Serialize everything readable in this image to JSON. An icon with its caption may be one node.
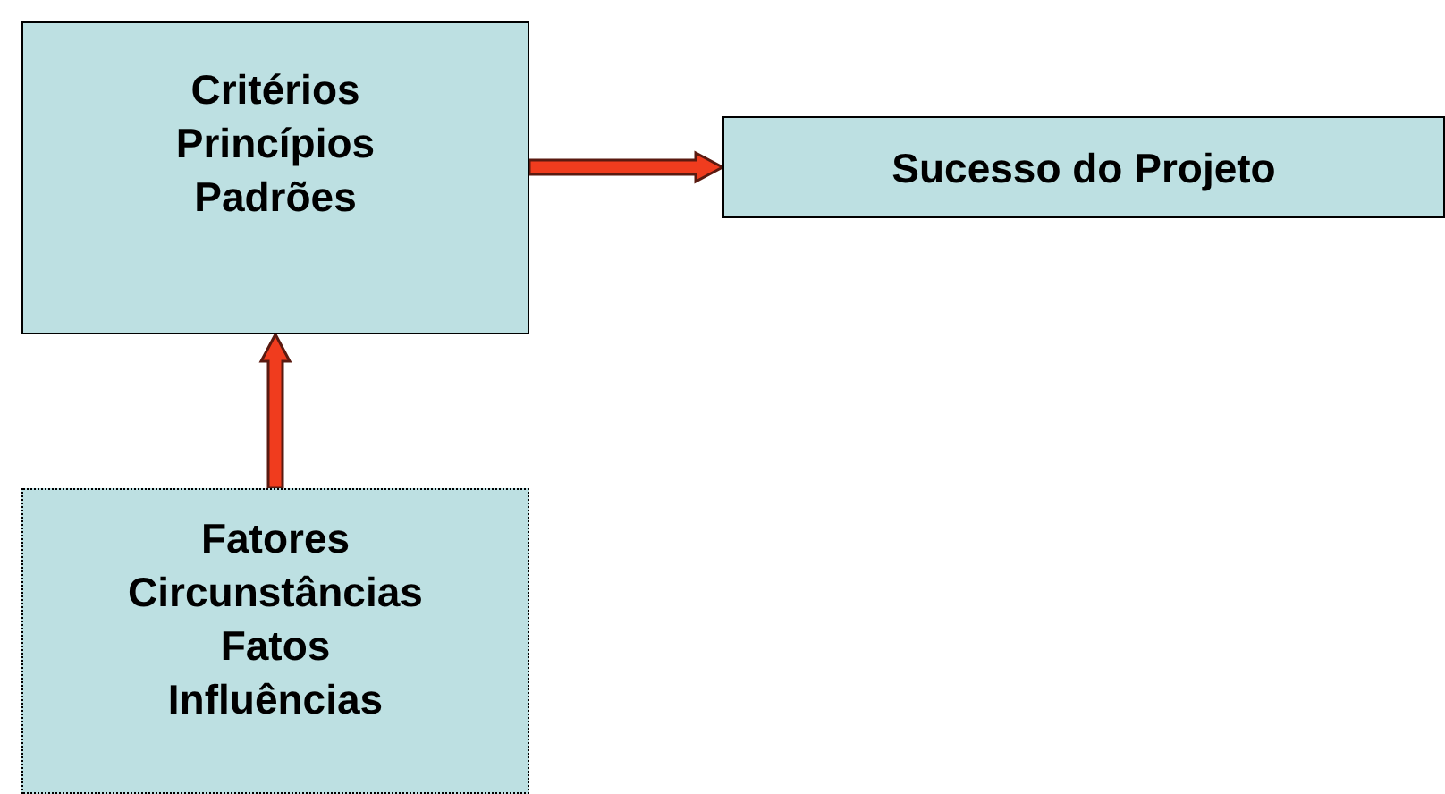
{
  "diagram": {
    "nodes": [
      {
        "text": [
          "Critérios",
          "Princípios",
          "Padrões"
        ]
      },
      {
        "text": [
          "Sucesso do Projeto"
        ]
      },
      {
        "text": [
          "Fatores",
          "Circunstâncias",
          "Fatos",
          "Influências"
        ]
      }
    ],
    "edges": [
      {
        "from": 0,
        "to": 1,
        "arrow": "to"
      },
      {
        "from": 2,
        "to": 0,
        "arrow": "to"
      }
    ]
  }
}
